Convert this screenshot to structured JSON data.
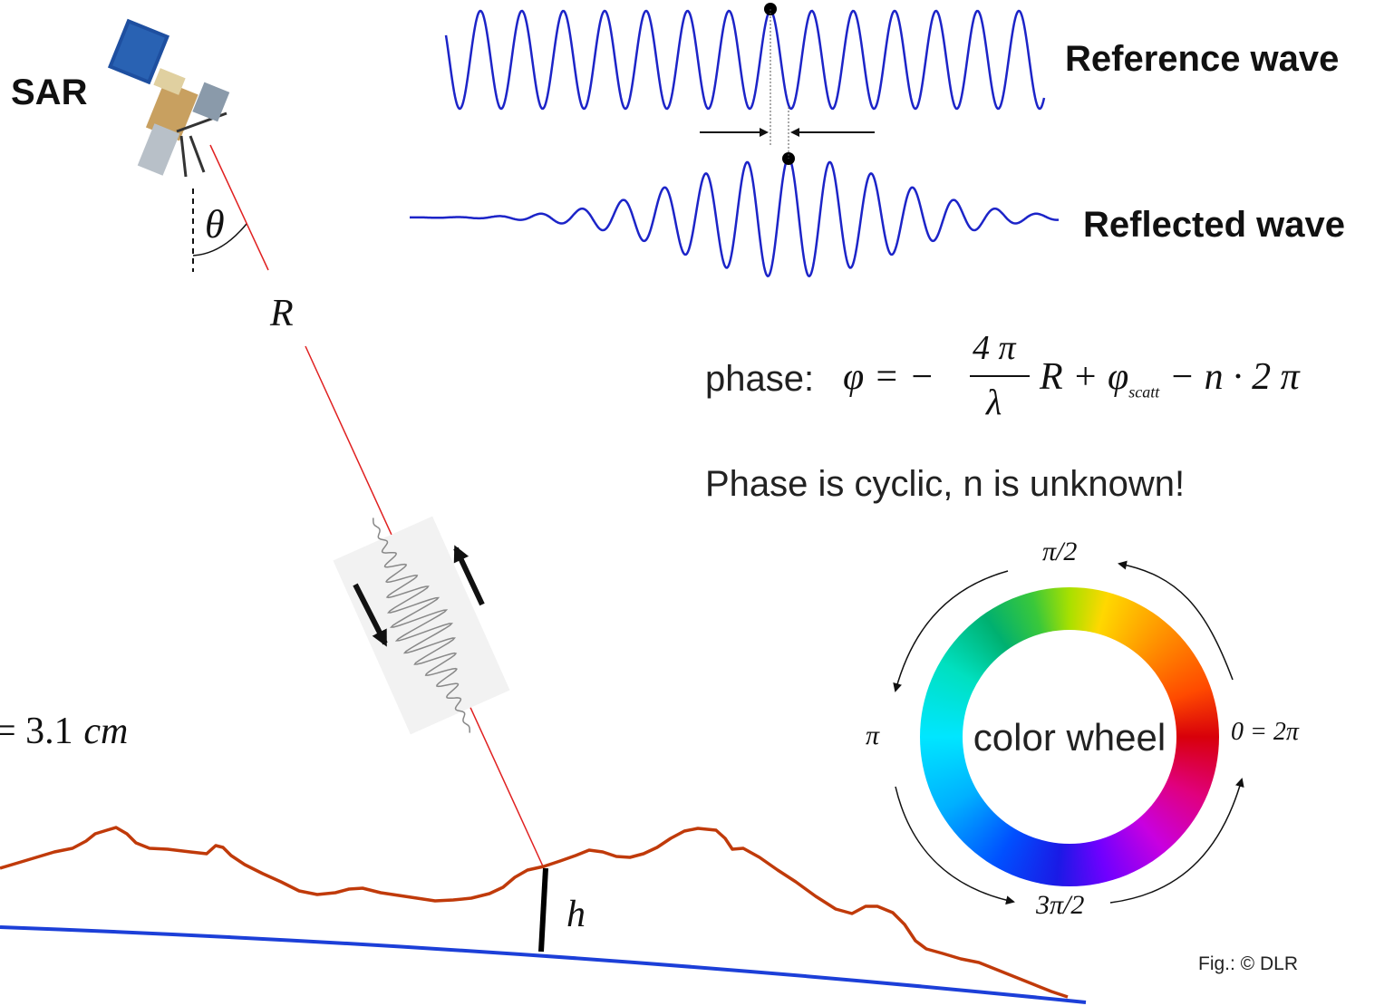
{
  "labels": {
    "sar": "SAR",
    "theta": "θ",
    "range": "R",
    "height": "h",
    "reference_wave": "Reference wave",
    "reflected_wave": "Reflected wave",
    "wavelength": "= 3.1",
    "wavelength_unit": "cm",
    "copyright": "Fig.: © DLR"
  },
  "formula": {
    "prefix": "phase:",
    "lhs": "φ = −",
    "numerator": "4 π",
    "denominator": "λ",
    "rhs_r": "R + ",
    "phi": "φ",
    "scatt": "scatt",
    "rest": " − n · 2 π"
  },
  "note": "Phase is cyclic, n is unknown!",
  "wheel": {
    "center_label": "color wheel",
    "top": "π/2",
    "left": "π",
    "right": "0 = 2π",
    "bottom": "3π/2"
  },
  "colors": {
    "wave": "#1c24c8",
    "terrain": "#c03a0a",
    "earth": "#1c3fd8",
    "beam": "#e02020"
  }
}
